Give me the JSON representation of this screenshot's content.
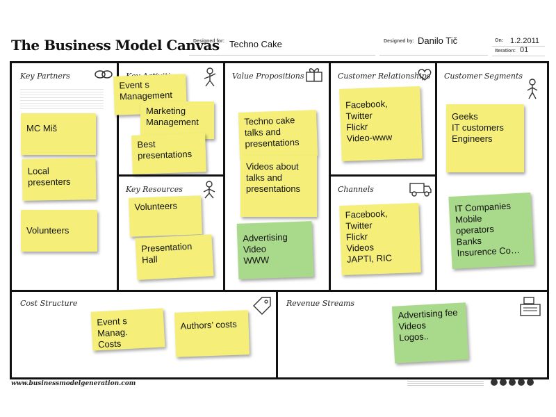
{
  "header": {
    "title": "The Business Model Canvas",
    "designed_for_label": "Designed for:",
    "designed_for_value": "Techno Cake",
    "designed_by_label": "Designed by:",
    "designed_by_value": "Danilo Tič",
    "date_label": "On:",
    "date_value": "1.2.2011",
    "iteration_label": "Iteration:",
    "iteration_value": "01"
  },
  "sections": {
    "key_partners": "Key Partners",
    "key_activities": "Key Activities",
    "key_resources": "Key Resources",
    "value_propositions": "Value Propositions",
    "customer_relationships": "Customer Relationships",
    "channels": "Channels",
    "customer_segments": "Customer Segments",
    "cost_structure": "Cost Structure",
    "revenue_streams": "Revenue Streams"
  },
  "notes": {
    "kp_1": "MC Miš",
    "kp_2": "Local\npresenters",
    "kp_3": "Volunteers",
    "ka_1": "Event s\nManagement",
    "ka_2": "Marketing\nManagement",
    "ka_3": "Best\npresentations",
    "kr_1": "Volunteers",
    "kr_2": "Presentation\nHall",
    "vp_1": "Techno cake\ntalks and\npresentations",
    "vp_2": "Videos about\ntalks and\npresentations",
    "vp_3": "Advertising\nVideo\nWWW",
    "cr_1": "Facebook,\nTwitter\nFlickr\nVideo-www",
    "ch_1": "Facebook,\nTwitter\nFlickr\nVideos\nJAPTI, RIC",
    "cs_1": "Geeks\nIT customers\nEngineers",
    "cs_2": "IT Companies\nMobile\noperators\nBanks\nInsurence Co…",
    "cost_1": "Event s Manag.\nCosts",
    "cost_2": "Authors’ costs",
    "rev_1": "Advertising fee\nVideos\nLogos.."
  },
  "footer": {
    "url": "www.businessmodelgeneration.com"
  },
  "colors": {
    "yellow_note": "#f5ef7a",
    "green_note": "#a9d98a",
    "frame": "#111111"
  }
}
